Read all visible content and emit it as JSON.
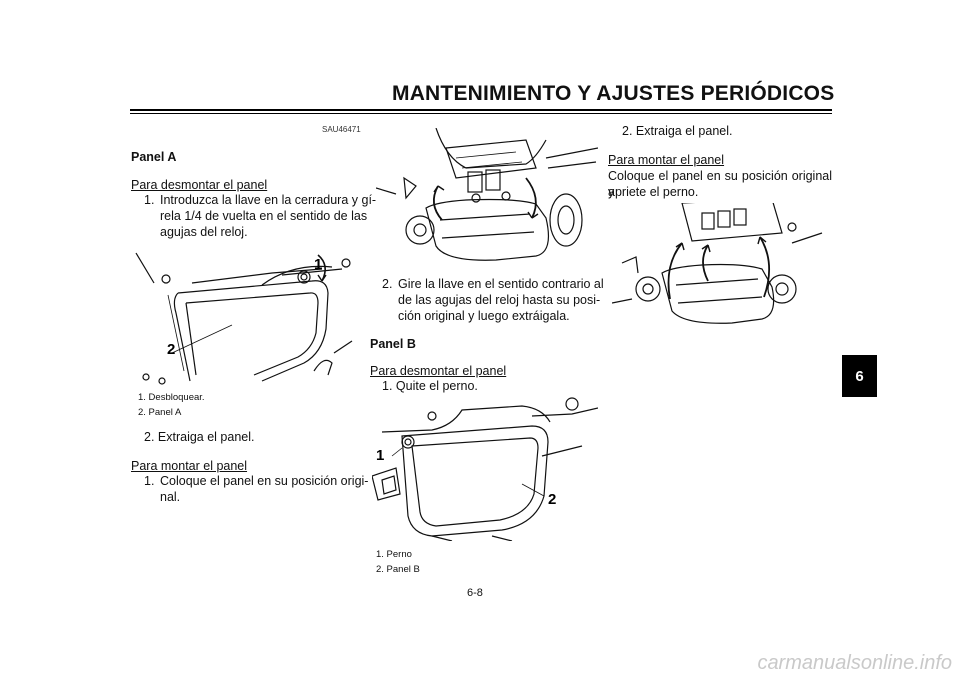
{
  "header": {
    "title": "MANTENIMIENTO Y AJUSTES PERIÓDICOS",
    "chapter_tab": "6"
  },
  "code": "SAU46471",
  "col1": {
    "heading": "Panel A",
    "sub1": "Para desmontar el panel",
    "step1_num": "1.",
    "step1_lines": [
      "Introduzca la llave en la cerradura y gí-",
      "rela 1/4 de vuelta en el sentido de las",
      "agujas del reloj."
    ],
    "fig_labels": [
      "1",
      "2"
    ],
    "captions": [
      "1. Desbloquear.",
      "2. Panel A"
    ],
    "step2": "2. Extraiga el panel.",
    "sub2": "Para montar el panel",
    "step3_num": "1.",
    "step3_lines": [
      "Coloque el panel en su posición origi-",
      "nal."
    ]
  },
  "col2": {
    "step2_num": "2.",
    "step2_lines": [
      "Gire la llave en el sentido contrario al",
      "de las agujas del reloj hasta su posi-",
      "ción original y luego extráigala."
    ],
    "heading": "Panel B",
    "sub1": "Para desmontar el panel",
    "step1": "1. Quite el perno.",
    "fig_labels": [
      "1",
      "2"
    ],
    "captions": [
      "1. Perno",
      "2. Panel B"
    ]
  },
  "col3": {
    "step2": "2. Extraiga el panel.",
    "sub": "Para montar el panel",
    "lines": [
      "Coloque el panel en su posición original y",
      "apriete el perno."
    ]
  },
  "page_number": "6-8",
  "watermark": "carmanualsonline.info"
}
